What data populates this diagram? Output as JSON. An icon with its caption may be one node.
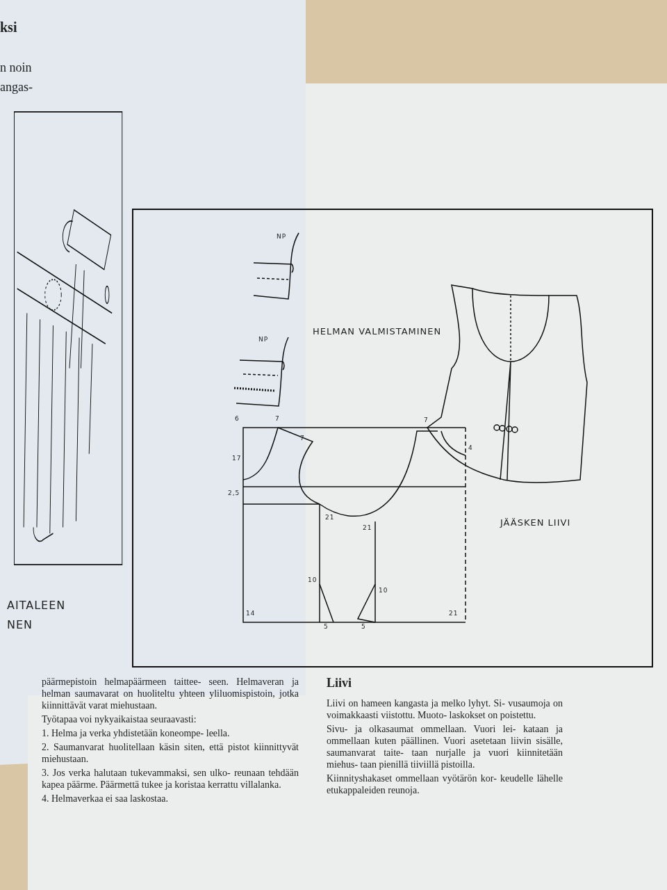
{
  "diagram": {
    "title": "Liivi",
    "labels": [
      "ksi",
      "n noin",
      "angas-",
      "AITALEEN",
      "NEN",
      "NP",
      "NP",
      "HELMAN VALMISTAMINEN",
      "6",
      "7",
      "7",
      "17",
      "2,5",
      "7",
      "4",
      "21",
      "21",
      "14",
      "10",
      "21",
      "5",
      "10",
      "5",
      "JÄÄSKEN LIIVI",
      "päärmepistoin helmapäärmeen taittee- seen. Helmaveran ja helman saumavarat on huoliteltu yhteen yliluomispistoin, jotka kiinnittävät varat miehustaan.",
      "Työtapaa voi nykyaikaistaa seuraavasti:",
      "1. Helma ja verka yhdistetään koneompe- leella.",
      "2. Saumanvarat huolitellaan käsin siten, että pistot kiinnittyvät miehustaan.",
      "3. Jos verka halutaan tukevammaksi, sen ulko- reunaan tehdään kapea päärme. Päärmettä tukee ja koristaa kerrattu villalanka.",
      "4. Helmaverkaa ei saa laskostaa.",
      "Liivi on hameen kangasta ja melko lyhyt. Si- vusaumoja on voimakkaasti viistottu. Muoto- laskokset on poistettu.",
      "Sivu- ja olkasaumat ommellaan. Vuori lei- kataan ja ommellaan kuten päällinen. Vuori asetetaan liivin sisälle, saumanvarat taite- taan nurjalle ja vuori kiinnitetään miehus- taan pienillä tiiviillä pistoilla.",
      "Kiinnityshakaset ommellaan vyötärön kor- keudelle lähelle etukappaleiden reunoja."
    ]
  }
}
